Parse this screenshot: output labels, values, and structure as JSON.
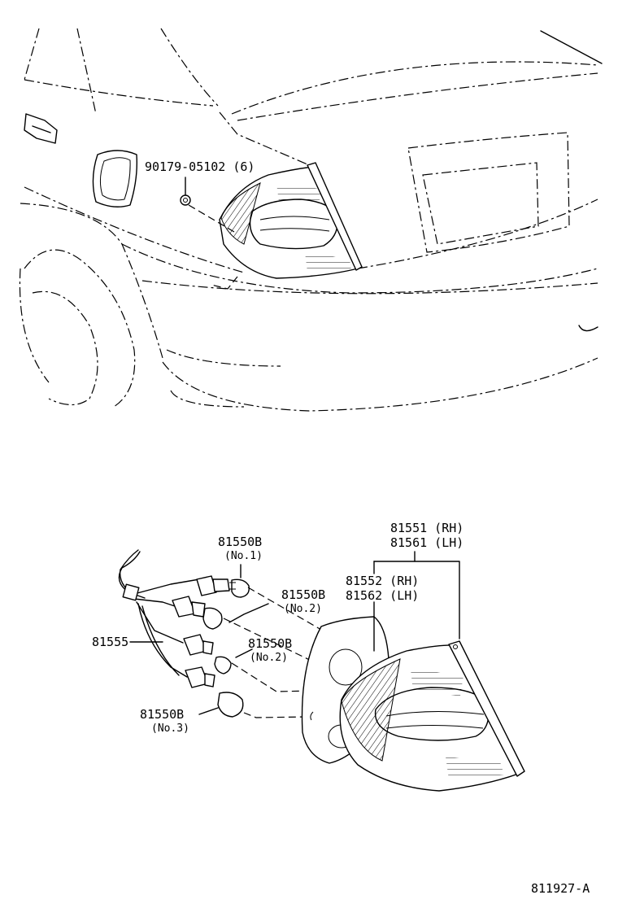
{
  "labels": {
    "nut": "90179-05102 (6)",
    "bulb_no1_part": "81550B",
    "bulb_no1_note": "(No.1)",
    "bulb_no2a_part": "81550B",
    "bulb_no2a_note": "(No.2)",
    "socket_part": "81555",
    "bulb_no2b_part": "81550B",
    "bulb_no2b_note": "(No.2)",
    "bulb_no3_part": "81550B",
    "bulb_no3_note": "(No.3)",
    "lamp_assy_rh": "81551 (RH)",
    "lamp_assy_lh": "81561 (LH)",
    "lens_rh": "81552 (RH)",
    "lens_lh": "81562 (LH)",
    "figure_id": "811927-A"
  }
}
